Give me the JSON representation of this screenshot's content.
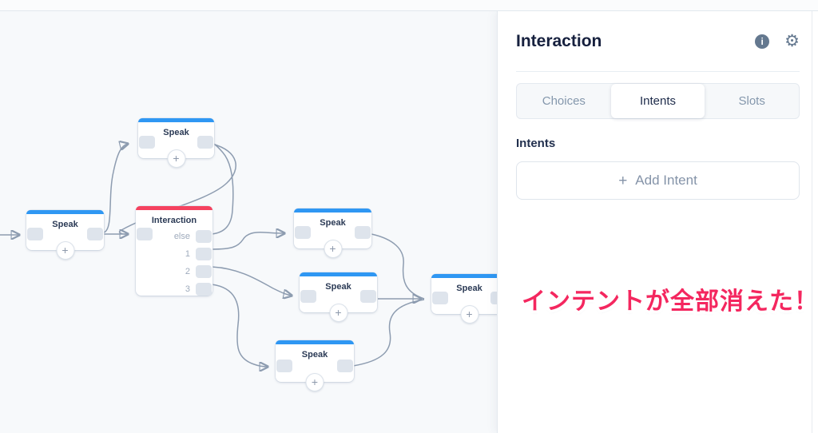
{
  "canvas": {
    "plus": "+",
    "nodes": {
      "speak_left": {
        "title": "Speak"
      },
      "speak_top": {
        "title": "Speak"
      },
      "interaction": {
        "title": "Interaction",
        "ports": [
          "else",
          "1",
          "2",
          "3"
        ]
      },
      "speak_r1": {
        "title": "Speak"
      },
      "speak_r2": {
        "title": "Speak"
      },
      "speak_r3": {
        "title": "Speak"
      },
      "speak_r4": {
        "title": "Speak"
      }
    },
    "colors": {
      "speak_header": "#2f97f3",
      "interaction_header": "#f5425f",
      "edge": "#8d9cb0"
    }
  },
  "panel": {
    "title": "Interaction",
    "info_glyph": "i",
    "gear_glyph": "⚙",
    "tabs": [
      {
        "label": "Choices"
      },
      {
        "label": "Intents"
      },
      {
        "label": "Slots"
      }
    ],
    "active_tab": "Intents",
    "section_heading": "Intents",
    "add_intent_plus": "+",
    "add_intent_label": "Add Intent"
  },
  "annotation": {
    "text": "インテントが全部消えた！",
    "color": "#f4275f"
  }
}
